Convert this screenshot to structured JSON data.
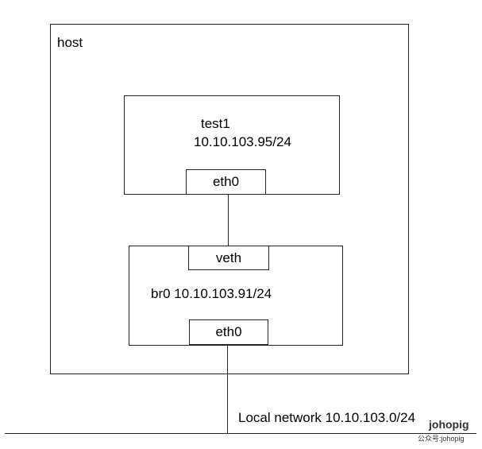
{
  "host": {
    "label": "host"
  },
  "container": {
    "name": "test1",
    "ip": "10.10.103.95/24",
    "port": "eth0"
  },
  "bridge": {
    "label": "br0 10.10.103.91/24",
    "top_port": "veth",
    "bottom_port": "eth0"
  },
  "network": {
    "label": "Local network 10.10.103.0/24"
  },
  "watermark": {
    "brand": "johopig",
    "caption": "公众号:johopig"
  }
}
